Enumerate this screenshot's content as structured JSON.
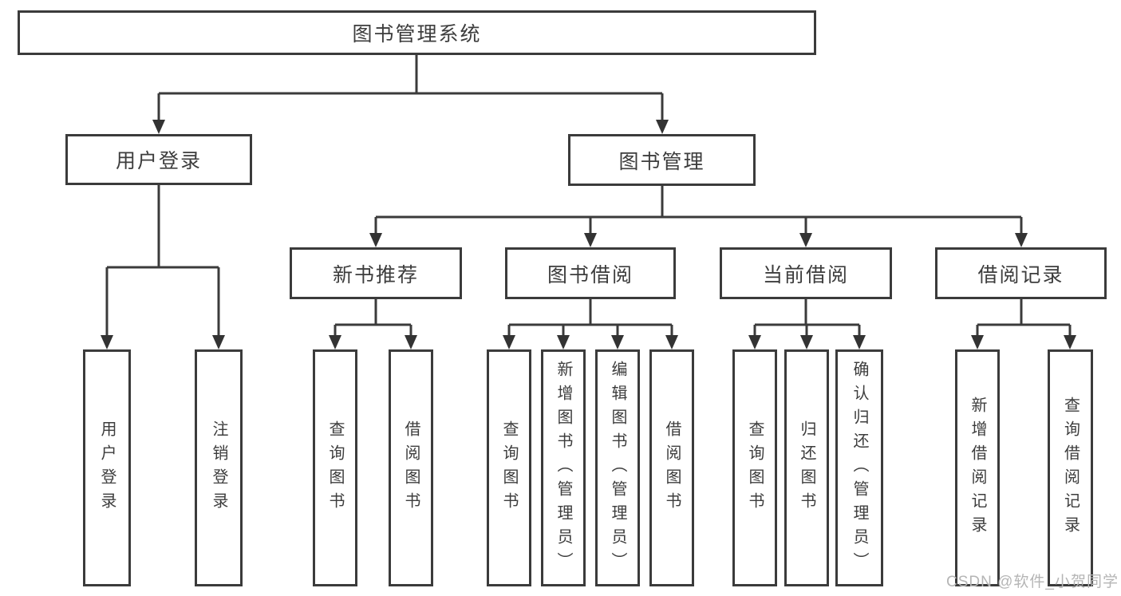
{
  "title": "图书管理系统",
  "colors": {
    "line": "#3b3b3b",
    "text": "#3d3d3d",
    "box_background": "#ffffff",
    "watermark": "#b5b5b5"
  },
  "nodes": {
    "root": "图书管理系统",
    "user_login": "用户登录",
    "book_management": "图书管理",
    "new_books": "新书推荐",
    "book_borrow": "图书借阅",
    "current_borrow": "当前借阅",
    "borrow_records": "借阅记录",
    "leaves": {
      "user_login_1": "用户登录",
      "user_login_2": "注销登录",
      "new_books_1": "查询图书",
      "new_books_2": "借阅图书",
      "borrow_1": "查询图书",
      "borrow_2": "新增图书（管理员）",
      "borrow_3": "编辑图书（管理员）",
      "borrow_4": "借阅图书",
      "current_1": "查询图书",
      "current_2": "归还图书",
      "current_3": "确认归还（管理员）",
      "records_1": "新增借阅记录",
      "records_2": "查询借阅记录"
    }
  },
  "watermark": "CSDN @软件_小贺同学"
}
